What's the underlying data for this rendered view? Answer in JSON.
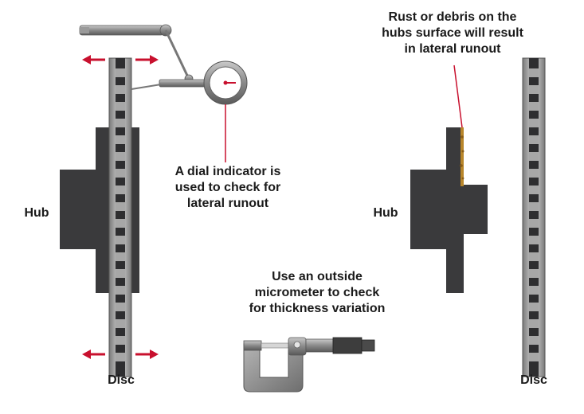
{
  "labels": {
    "hub_left": "Hub",
    "disc_left": "Disc",
    "hub_right": "Hub",
    "disc_right": "Disc",
    "dial_caption": [
      "A dial indicator is",
      "used to check for",
      "lateral runout"
    ],
    "rust_caption": [
      "Rust or debris on the",
      "hubs surface will result",
      "in lateral runout"
    ],
    "micrometer_caption": [
      "Use an outside",
      "micrometer to check",
      "for thickness variation"
    ]
  },
  "colors": {
    "arrow": "#c8102e",
    "leader": "#c8102e",
    "hub": "#3a3a3c",
    "disc_dark": "#2e2e30",
    "disc_light": "#9a9a9a",
    "rust": "#b8862b",
    "tool_metal": "#8a8a8a"
  },
  "icons": {
    "dial_indicator": "dial-indicator-icon",
    "micrometer": "micrometer-icon",
    "runout_arrow": "double-arrow-icon"
  }
}
